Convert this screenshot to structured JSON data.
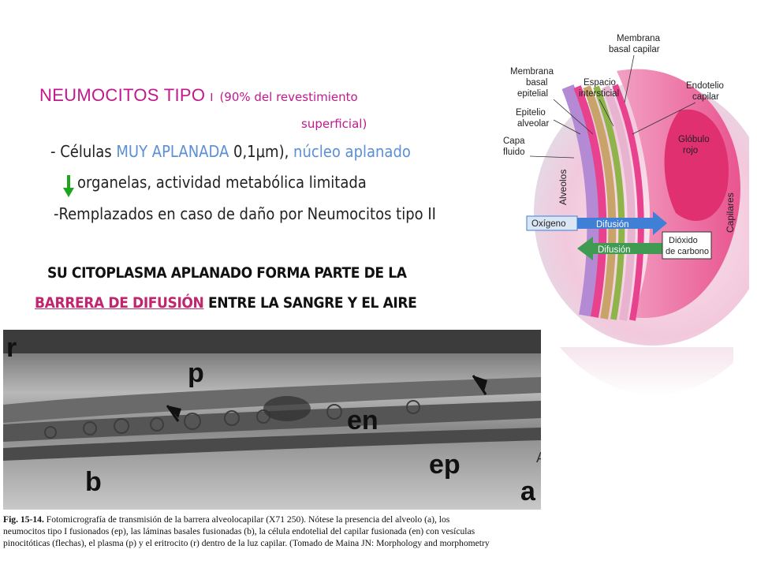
{
  "heading": {
    "title_main": "NEUMOCITOS TIPO",
    "title_sep": "I",
    "title_paren": "(90% del revestimiento",
    "title_paren2": "superficial)"
  },
  "bullets": {
    "line1_prefix": "- Células ",
    "line1_blue1": "MUY APLANADA",
    "line1_mid": "  0,1μm),  ",
    "line1_blue2": "núcleo aplanado",
    "line2": "organelas, actividad metabólica limitada",
    "line3": "-Remplazados en caso de daño por Neumocitos tipo II"
  },
  "emphasis": {
    "line1": "SU CITOPLASMA APLANADO FORMA PARTE DE LA",
    "line2_underlined": "BARRERA DE DIFUSIÓN",
    "line2_rest": " ENTRE LA SANGRE Y EL AIRE"
  },
  "diagram": {
    "labels": {
      "membrana_basal_capilar_1": "Membrana",
      "membrana_basal_capilar_2": "basal capilar",
      "membrana_basal_epitelial_1": "Membrana",
      "membrana_basal_epitelial_2": "basal",
      "membrana_basal_epitelial_3": "epitelial",
      "espacio_intersticial_1": "Espacio",
      "espacio_intersticial_2": "intersticial",
      "endotelio_capilar_1": "Endotelio",
      "endotelio_capilar_2": "capilar",
      "epitelio_alveolar_1": "Epitelio",
      "epitelio_alveolar_2": "alveolar",
      "capa_fluido_1": "Capa",
      "capa_fluido_2": "fluido",
      "globulo_rojo_1": "Glóbulo",
      "globulo_rojo_2": "rojo",
      "alveolos": "Alveolos",
      "capilares": "Capilares",
      "oxigeno": "Oxígeno",
      "difusion_1": "Difusión",
      "difusion_2": "Difusión",
      "dioxido_1": "Dióxido",
      "dioxido_2": "de carbono"
    },
    "colors": {
      "pink": "#e8428f",
      "light_pink": "#f4a6c8",
      "tan": "#c9a46a",
      "green": "#8fb44a",
      "purple": "#7e5aa8",
      "blue_arrow": "#3f7fd6",
      "green_arrow": "#3f9a52"
    }
  },
  "micrograph": {
    "labels": {
      "r": "r",
      "p": "p",
      "en": "en",
      "ep": "ep",
      "b": "b",
      "a": "a",
      "stray": "A"
    }
  },
  "caption": {
    "lead": "Fig. 15-14.",
    "line1": " Fotomicrografía de transmisión de la barrera alveolocapilar (X71 250). Nótese la presencia del alveolo (a), los",
    "line2": "neumocitos tipo I fusionados (ep), las láminas basales fusionadas (b), la célula endotelial del capilar fusionada (en) con vesículas",
    "line3": "pinocitóticas (flechas), el plasma (p) y el eritrocito (r) dentro de la luz capilar. (Tomado de Maina JN: Morphology and morphometry"
  }
}
